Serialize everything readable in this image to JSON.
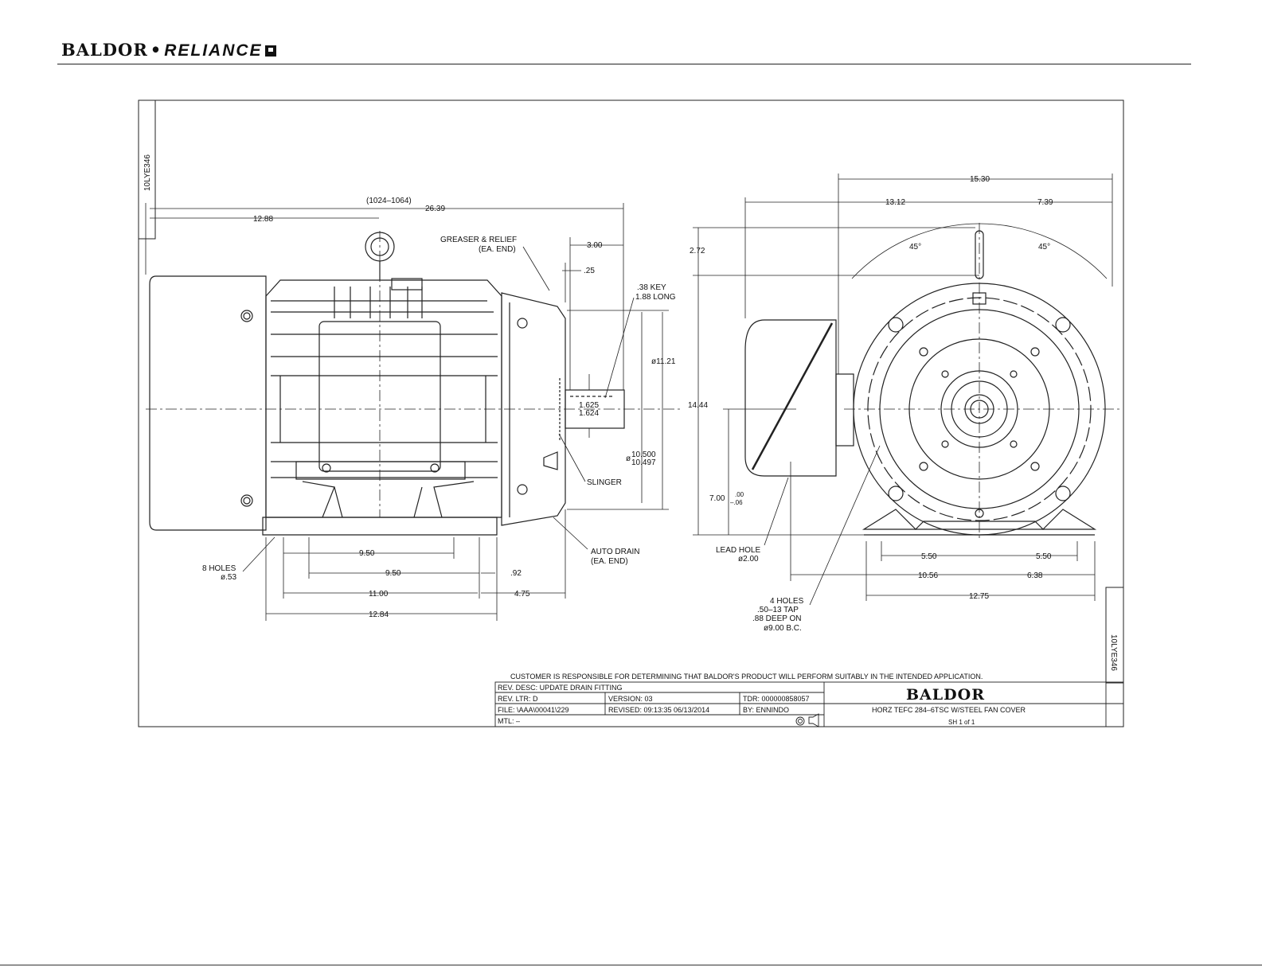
{
  "header": {
    "brand_left": "BALDOR",
    "brand_sep": "•",
    "brand_right": "RELIANCE"
  },
  "drawing": {
    "id_top": "10LYE346",
    "id_bottom": "10LYE346",
    "side_view": {
      "dims": {
        "weight_range": "(1024–1064)",
        "overall_length": "26.39",
        "lift_to_end": "12.88",
        "shaft_length": "3.00",
        "shaft_shoulder": ".25",
        "key": ".38 KEY",
        "key_long": "1.88 LONG",
        "frame_dia": "ø11.21",
        "shaft_dia_a": "1.625",
        "shaft_dia_b": "1.624",
        "pilot_prefix": "ø",
        "pilot_a": "10.500",
        "pilot_b": "10.497",
        "foot_950_a": "9.50",
        "foot_950_b": "9.50",
        "foot_1100": "11.00",
        "foot_1284": "12.84",
        "shaft_092": ".92",
        "shaft_475": "4.75"
      },
      "labels": {
        "greaser": "GREASER & RELIEF",
        "greaser_sub": "(EA. END)",
        "slinger": "SLINGER",
        "auto_drain": "AUTO DRAIN",
        "auto_drain_sub": "(EA. END)",
        "holes": "8 HOLES",
        "holes_dia": "ø.53"
      }
    },
    "end_view": {
      "dims": {
        "width_total": "15.30",
        "width_left": "13.12",
        "width_right": "7.39",
        "angle_left": "45°",
        "angle_right": "45°",
        "top_272": "2.72",
        "height_total": "14.44",
        "shaft_height": "7.00",
        "tol_plus": ".00",
        "tol_minus": "–.06",
        "foot_550_a": "5.50",
        "foot_550_b": "5.50",
        "d_1056": "10.56",
        "d_638": "6.38",
        "d_1275": "12.75"
      },
      "labels": {
        "lead_hole": "LEAD HOLE",
        "lead_hole_dia": "ø2.00",
        "tap_1": "4 HOLES",
        "tap_2": ".50–13 TAP",
        "tap_3": ".88 DEEP ON",
        "tap_4": "ø9.00 B.C."
      }
    },
    "disclaimer": "CUSTOMER IS RESPONSIBLE FOR DETERMINING THAT BALDOR'S PRODUCT WILL PERFORM SUITABLY IN THE INTENDED APPLICATION.",
    "title_block": {
      "rev_desc": "REV. DESC:  UPDATE DRAIN FITTING",
      "rev_ltr": "REV. LTR:  D",
      "version": "VERSION: 03",
      "tdr": "TDR: 000000858057",
      "file": "FILE: \\AAA\\00041\\229",
      "revised": "REVISED: 09:13:35 06/13/2014",
      "by": "BY:  ENNINDO",
      "mtl": "MTL:  –",
      "logo": "BALDOR",
      "description": "HORZ TEFC 284–6TSC W/STEEL FAN COVER",
      "sheet": "SH 1 of 1"
    }
  }
}
